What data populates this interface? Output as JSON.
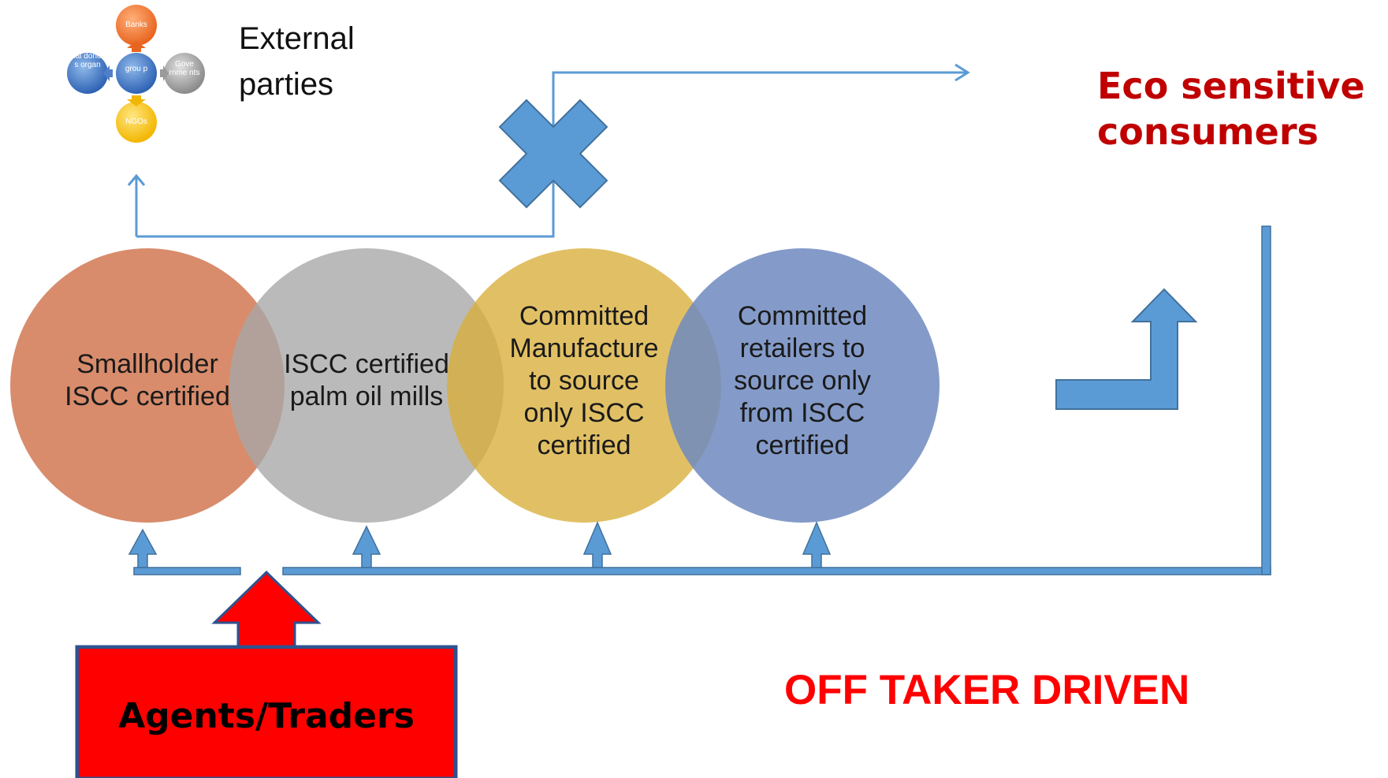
{
  "colors": {
    "flow_blue": "#5b9bd5",
    "flow_blue_border": "#41719c",
    "smallholder": "#d5825f",
    "mills": "#a6a6a6",
    "manufacture": "#d9ae3a",
    "retailers": "#6f89bf",
    "alert_red": "#ff0000",
    "eco_red": "#c00000"
  },
  "external_parties": {
    "title": "External\nparties",
    "nodes": {
      "banks": "Banks",
      "donors": "nal\ndonor\ns\norgan",
      "group": "grou\np",
      "governments": "Gove\nrnme\nnts",
      "ngos": "NGOs"
    }
  },
  "circles": [
    {
      "id": "smallholder",
      "label": "Smallholder\nISCC certified"
    },
    {
      "id": "mills",
      "label": "ISCC certified\npalm oil mills"
    },
    {
      "id": "manufacture",
      "label": "Committed\nManufacture\nto source\nonly ISCC\ncertified"
    },
    {
      "id": "retailers",
      "label": "Committed\nretailers to\nsource only\nfrom ISCC\ncertified"
    }
  ],
  "eco_consumers": "Eco sensitive\nconsumers",
  "agents_traders": "Agents/Traders",
  "off_taker": "OFF TAKER DRIVEN",
  "icons": {
    "blocked": "cross-icon",
    "bent_up": "bent-up-arrow-icon",
    "up_arrow": "up-arrow-icon"
  }
}
